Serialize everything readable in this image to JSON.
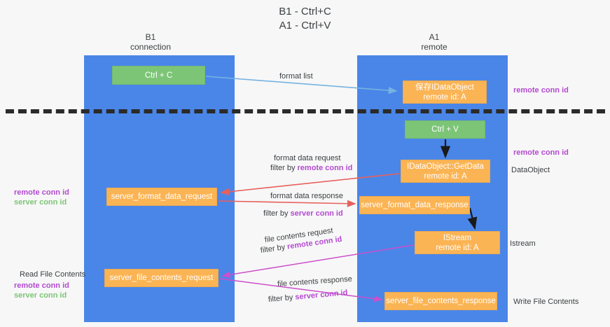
{
  "title": {
    "line1": "B1 - Ctrl+C",
    "line2": "A1 - Ctrl+V"
  },
  "columns": [
    {
      "name": "B1",
      "sub": "connection"
    },
    {
      "name": "A1",
      "sub": "remote"
    }
  ],
  "boxes": {
    "ctrl_c": {
      "label": "Ctrl + C",
      "color": "#7cc576"
    },
    "save_idataobject": {
      "line1": "保存IDataObject",
      "line2": "remote id: A",
      "color": "#fbb454"
    },
    "ctrl_v": {
      "label": "Ctrl + V",
      "color": "#7cc576"
    },
    "getdata": {
      "line1": "IDataObject::GetData",
      "line2": "remote id: A",
      "color": "#fbb454"
    },
    "server_format_data_request": {
      "label": "server_format_data_request",
      "color": "#fbb454"
    },
    "server_format_data_response": {
      "label": "server_format_data_response",
      "color": "#fbb454"
    },
    "istream": {
      "line1": "IStream",
      "line2": "remote id: A",
      "color": "#fbb454"
    },
    "server_file_contents_request": {
      "label": "server_file_contents_request",
      "color": "#fbb454"
    },
    "server_file_contents_response": {
      "label": "server_file_contents_response",
      "color": "#fbb454"
    }
  },
  "edge_labels": {
    "format_list": "format list",
    "format_data_request": "format data request",
    "format_data_request_filter_prefix": "filter by ",
    "format_data_request_filter_key": "remote conn id",
    "format_data_response": "format data response",
    "format_data_response_filter_prefix": "filter by ",
    "format_data_response_filter_key": "server conn id",
    "file_contents_request": "file contents request",
    "file_contents_request_filter_prefix": "filter by ",
    "file_contents_request_filter_key": "remote conn id",
    "file_contents_response": "file contents response",
    "file_contents_response_filter_prefix": "filter by ",
    "file_contents_response_filter_key": "server conn id"
  },
  "annotations": {
    "right_remote_conn_id_top": "remote conn id",
    "right_remote_conn_id_mid": "remote conn id",
    "right_dataobject": "DataObject",
    "right_istream": "Istream",
    "right_write_file_contents": "Write File Contents",
    "left_remote_conn_id": "remote conn id",
    "left_server_conn_id": "server conn id",
    "left_read_file_contents": "Read File Contents",
    "left_remote_conn_id_2": "remote conn id",
    "left_server_conn_id_2": "server conn id"
  },
  "colors": {
    "lane": "#4a86e8",
    "green_box": "#7cc576",
    "orange_box": "#fbb454",
    "magenta_text": "#b44ad0",
    "green_text": "#7cc576",
    "background": "#f7f7f7",
    "divider": "#2b2b2b",
    "arrow_blue": "#76b3e0",
    "arrow_red": "#e8605d",
    "arrow_magenta": "#cc4fcc",
    "arrow_black": "#1a1a1a"
  }
}
